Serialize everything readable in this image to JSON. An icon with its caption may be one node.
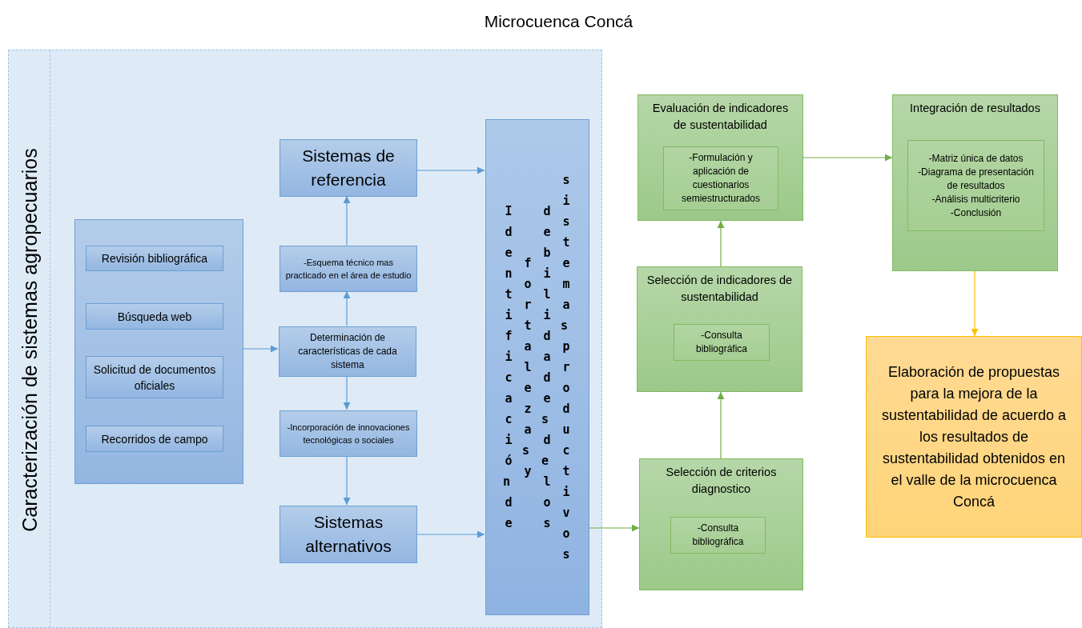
{
  "diagram": {
    "title": "Microcuenca Concá",
    "nodes": [
      {
        "text": [
          "Caracterización de sistemas agropecuarios"
        ]
      },
      {
        "text": [],
        "shape": "box",
        "in": 0
      },
      {
        "text": [
          "Revisión bibliográfica"
        ],
        "in": 1
      },
      {
        "text": [
          "Búsqueda web"
        ],
        "in": 1
      },
      {
        "text": [
          "Solicitud de documentos oficiales"
        ],
        "in": 1
      },
      {
        "text": [
          "Recorridos de campo"
        ],
        "in": 1
      },
      {
        "text": [
          "Sistemas de referencia"
        ],
        "in": 0
      },
      {
        "text": [
          "-Esquema técnico mas practicado en el área de estudio"
        ],
        "in": 0
      },
      {
        "text": [
          "Determinación de características de cada sistema"
        ],
        "in": 0
      },
      {
        "text": [
          "-Incorporación de innovaciones tecnológicas o sociales"
        ],
        "in": 0
      },
      {
        "text": [
          "Sistemas alternativos"
        ],
        "in": 0
      },
      {
        "text": [
          "Identificación de",
          "fortalezas y",
          "debilidades de los",
          "sistemas productivos"
        ],
        "in": 0
      },
      {
        "text": [
          "Evaluación de indicadores de sustentabilidad"
        ]
      },
      {
        "text": [
          "-Formulación y aplicación de cuestionarios semiestructurados"
        ],
        "in": 12
      },
      {
        "text": [
          "Selección de indicadores de sustentabilidad"
        ]
      },
      {
        "text": [
          "-Consulta bibliográfica"
        ],
        "in": 14
      },
      {
        "text": [
          "Selección de criterios diagnostico"
        ]
      },
      {
        "text": [
          "-Consulta bibliográfica"
        ],
        "in": 16
      },
      {
        "text": [
          "Integración de resultados"
        ]
      },
      {
        "text": [
          "-Matriz única de datos",
          "-Diagrama  de presentación de resultados",
          "-Análisis multicriterio",
          "-Conclusión"
        ],
        "in": 18
      },
      {
        "text": [
          "Elaboración de propuestas para la mejora de la sustentabilidad de acuerdo a los resultados de sustentabilidad obtenidos en el valle de la microcuenca Concá"
        ]
      }
    ],
    "edges": [
      {
        "from": 1,
        "to": 8,
        "arrow": "to"
      },
      {
        "from": 8,
        "to": 7,
        "arrow": "to"
      },
      {
        "from": 7,
        "to": 6,
        "arrow": "to"
      },
      {
        "from": 8,
        "to": 9,
        "arrow": "to"
      },
      {
        "from": 9,
        "to": 10,
        "arrow": "to"
      },
      {
        "from": 6,
        "to": 11,
        "arrow": "to"
      },
      {
        "from": 10,
        "to": 11,
        "arrow": "to"
      },
      {
        "from": 11,
        "to": 16,
        "arrow": "to",
        "color": "#70ad47"
      },
      {
        "from": 16,
        "to": 14,
        "arrow": "to",
        "color": "#70ad47"
      },
      {
        "from": 14,
        "to": 12,
        "arrow": "to",
        "color": "#70ad47"
      },
      {
        "from": 12,
        "to": 18,
        "arrow": "to",
        "color": "#70ad47"
      },
      {
        "from": 18,
        "to": 20,
        "arrow": "to",
        "color": "#ffc000"
      }
    ]
  }
}
